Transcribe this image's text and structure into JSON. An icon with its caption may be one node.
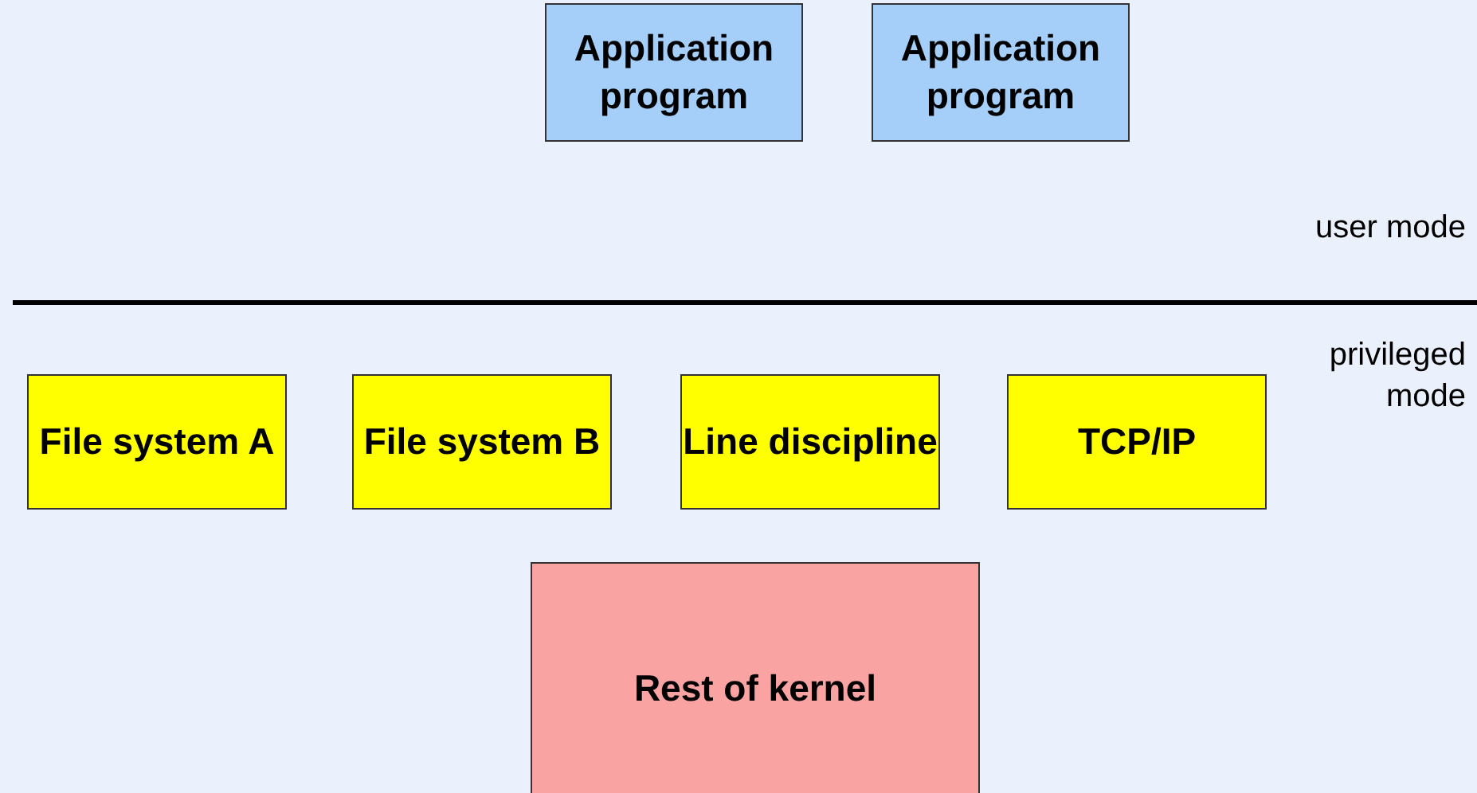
{
  "diagram": {
    "nodes": [
      {
        "text": [
          "Application program"
        ]
      },
      {
        "text": [
          "Application program"
        ]
      },
      {
        "text": [
          "File system A"
        ]
      },
      {
        "text": [
          "File system B"
        ]
      },
      {
        "text": [
          "Line discipline"
        ]
      },
      {
        "text": [
          "TCP/IP"
        ]
      },
      {
        "text": [
          "Rest of kernel"
        ]
      }
    ],
    "labels": [
      "user mode",
      "privileged mode"
    ]
  }
}
